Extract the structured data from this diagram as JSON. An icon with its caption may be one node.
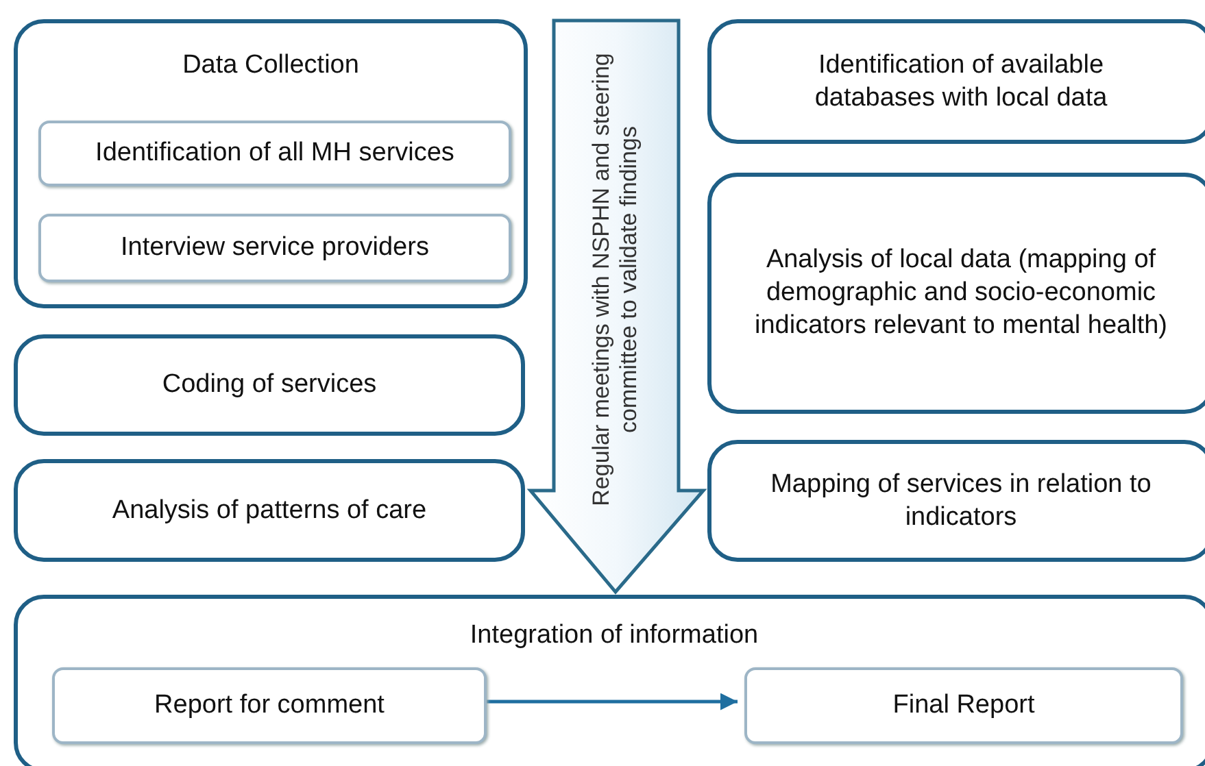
{
  "diagram": {
    "nodes": [
      {
        "text": [
          "Data Collection"
        ]
      },
      {
        "text": [
          "Identification of all MH services"
        ],
        "in": 0
      },
      {
        "text": [
          "Interview service providers"
        ],
        "in": 0
      },
      {
        "text": [
          "Coding of services"
        ]
      },
      {
        "text": [
          "Analysis of patterns of care"
        ]
      },
      {
        "text": [
          "Regular meetings with NSPHN and steering committee to validate findings"
        ]
      },
      {
        "text": [
          "Identification of available databases with local data"
        ]
      },
      {
        "text": [
          "Analysis of local data (mapping of demographic and socio-economic indicators relevant to mental health)"
        ]
      },
      {
        "text": [
          "Mapping of services in relation to indicators"
        ]
      },
      {
        "text": [
          "Integration of information"
        ]
      },
      {
        "text": [
          "Report for comment"
        ],
        "in": 9
      },
      {
        "text": [
          "Final Report"
        ],
        "in": 9
      }
    ],
    "edges": [
      {
        "from": 10,
        "to": 11,
        "arrow": "to"
      }
    ]
  }
}
